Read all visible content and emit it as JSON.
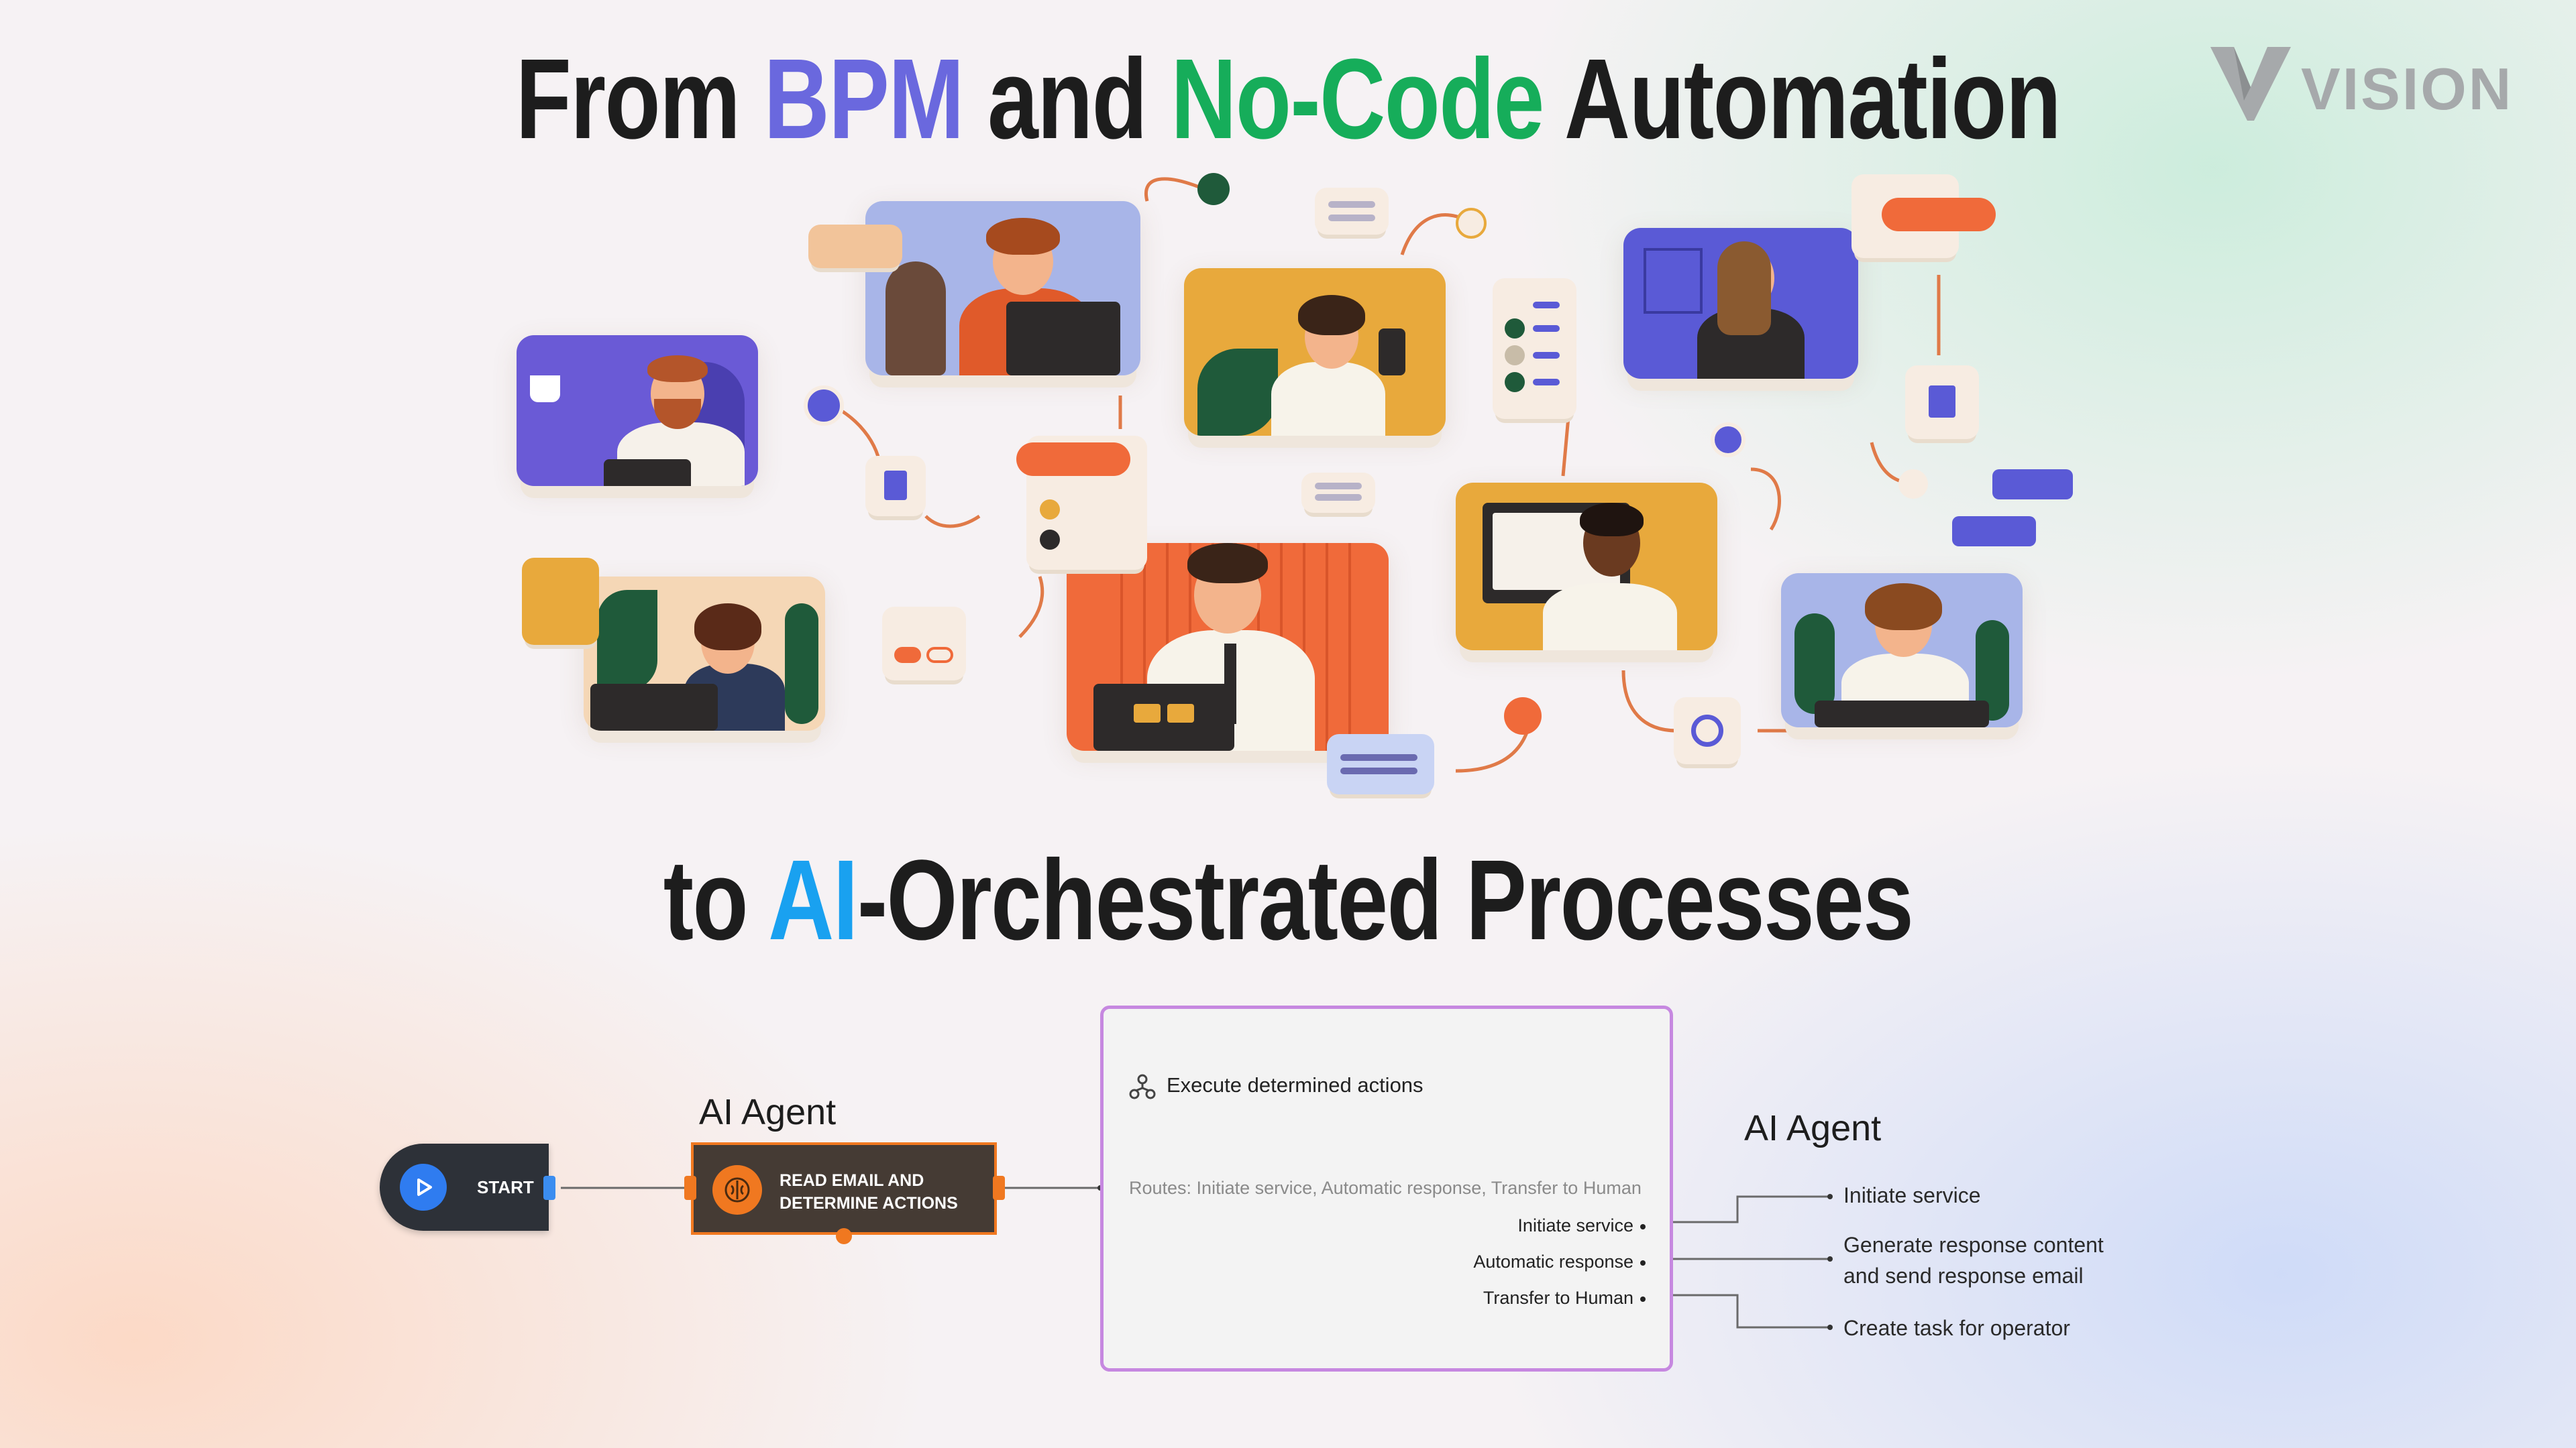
{
  "title_top": {
    "part1": "From ",
    "bpm": "BPM",
    "part2": " and ",
    "nocode": "No-Code",
    "part3": " Automation"
  },
  "title_bottom": {
    "part1": "to ",
    "ai": "AI",
    "part2": "-Orchestrated Processes"
  },
  "logo": {
    "text": "VISION"
  },
  "colors": {
    "bpm": "#6a68de",
    "nocode": "#16ad5a",
    "ai": "#19a1f0",
    "node_orange": "#f07820",
    "start_blue": "#2f7cf0",
    "exec_border": "#c688e0"
  },
  "flow": {
    "start": {
      "label": "START",
      "icon": "play-icon"
    },
    "agent_left": {
      "heading": "AI Agent",
      "line1": "READ EMAIL AND",
      "line2": "DETERMINE ACTIONS",
      "icon": "brain-icon"
    },
    "execute": {
      "title": "Execute determined actions",
      "icon": "network-icon",
      "routes": "Routes: Initiate service, Automatic response, Transfer to Human",
      "route_items": [
        "Initiate service",
        "Automatic response",
        "Transfer to Human"
      ]
    },
    "agent_right": {
      "heading": "AI Agent",
      "outputs": [
        "Initiate service",
        "Generate response content",
        "and send response email",
        "Create task for operator"
      ]
    }
  }
}
